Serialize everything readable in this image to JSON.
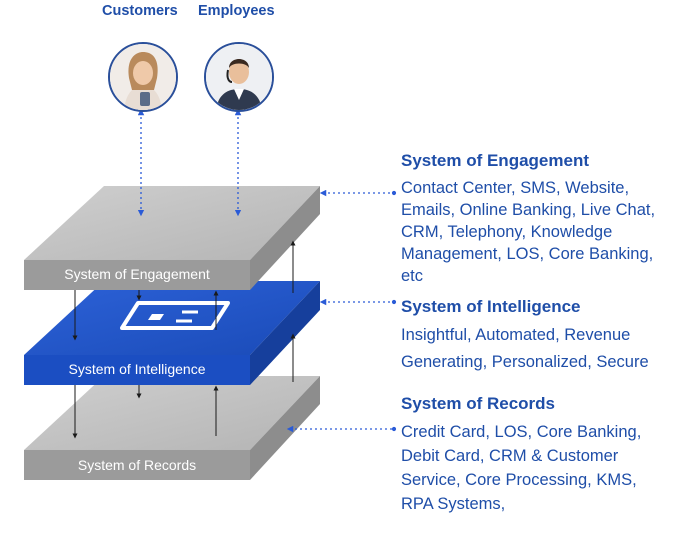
{
  "personas": {
    "customers": {
      "label": "Customers"
    },
    "employees": {
      "label": "Employees"
    }
  },
  "layers": {
    "engagement": {
      "label": "System of Engagement",
      "title": "System of Engagement",
      "description": "Contact Center, SMS, Website,\nEmails, Online Banking, Live Chat,\nCRM, Telephony, Knowledge\nManagement, LOS, Core Banking,\netc",
      "color": "#a9a9a9"
    },
    "intelligence": {
      "label": "System of Intelligence",
      "title": "System of Intelligence",
      "description": "Insightful, Automated, Revenue\nGenerating, Personalized, Secure",
      "color": "#1d4fbf",
      "icon": "terminal-card-icon"
    },
    "records": {
      "label": "System of Records",
      "title": "System of Records",
      "description": "Credit Card, LOS, Core Banking,\nDebit Card, CRM & Customer\nService, Core Processing, KMS,\nRPA Systems,",
      "color": "#a9a9a9"
    }
  },
  "colors": {
    "accent": "#1f4ea8",
    "arrow": "#1a1a1a",
    "connector": "#2a5bd7"
  }
}
